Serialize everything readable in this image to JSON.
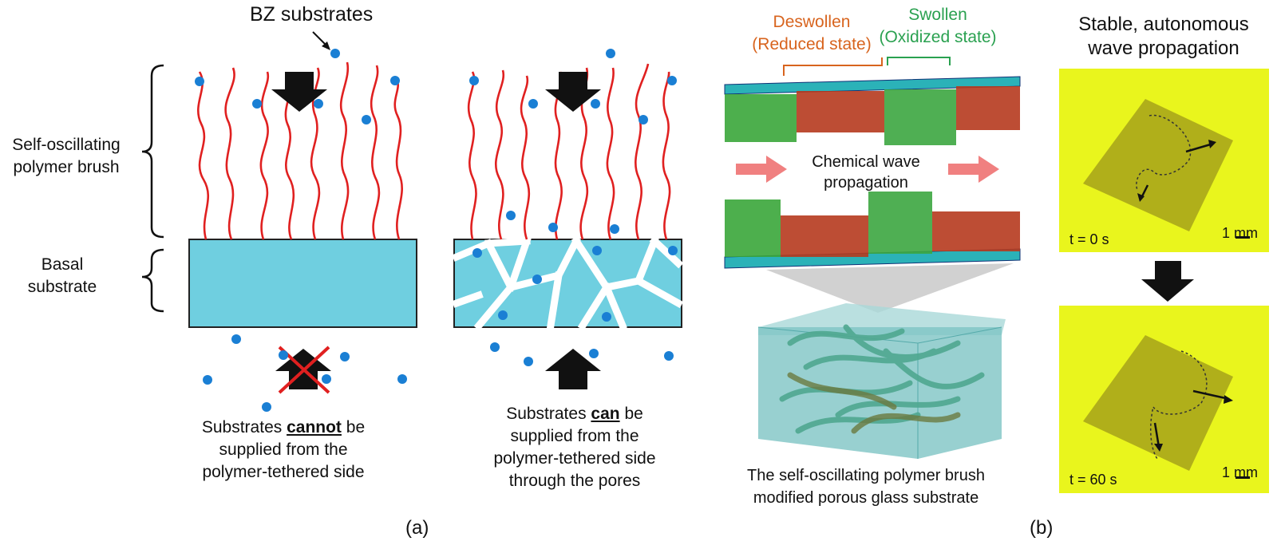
{
  "panel_a": {
    "caption": "(a)",
    "bz_substrates": "BZ substrates",
    "brush_label_1": "Self-oscillating",
    "brush_label_2": "polymer brush",
    "basal_label_1": "Basal",
    "basal_label_2": "substrate",
    "cannot": {
      "pre": "Substrates ",
      "emph": "cannot",
      "post": " be",
      "line2": "supplied from the",
      "line3": "polymer-tethered side"
    },
    "can": {
      "pre": "Substrates ",
      "emph": "can",
      "post": " be",
      "line2": "supplied from the",
      "line3": "polymer-tethered side",
      "line4": "through the pores"
    }
  },
  "panel_b": {
    "caption": "(b)",
    "deswollen_1": "Deswollen",
    "deswollen_2": "(Reduced state)",
    "swollen_1": "Swollen",
    "swollen_2": "(Oxidized state)",
    "wave_1": "Chemical wave",
    "wave_2": "propagation",
    "glass_1": "The self-oscillating polymer brush",
    "glass_2": "modified porous glass substrate",
    "stable_1": "Stable, autonomous",
    "stable_2": "wave propagation",
    "t0": "t = 0 s",
    "t60": "t = 60 s",
    "scale": "1 mm"
  },
  "colors": {
    "basal_fill": "#6fcfe0",
    "chain_red": "#e02020",
    "dot_blue": "#1a7fd4",
    "micrograph_bg": "#e9f51d",
    "arrow_pink": "#f08080",
    "deswollen": "#d8641e",
    "swollen": "#2aa150"
  }
}
